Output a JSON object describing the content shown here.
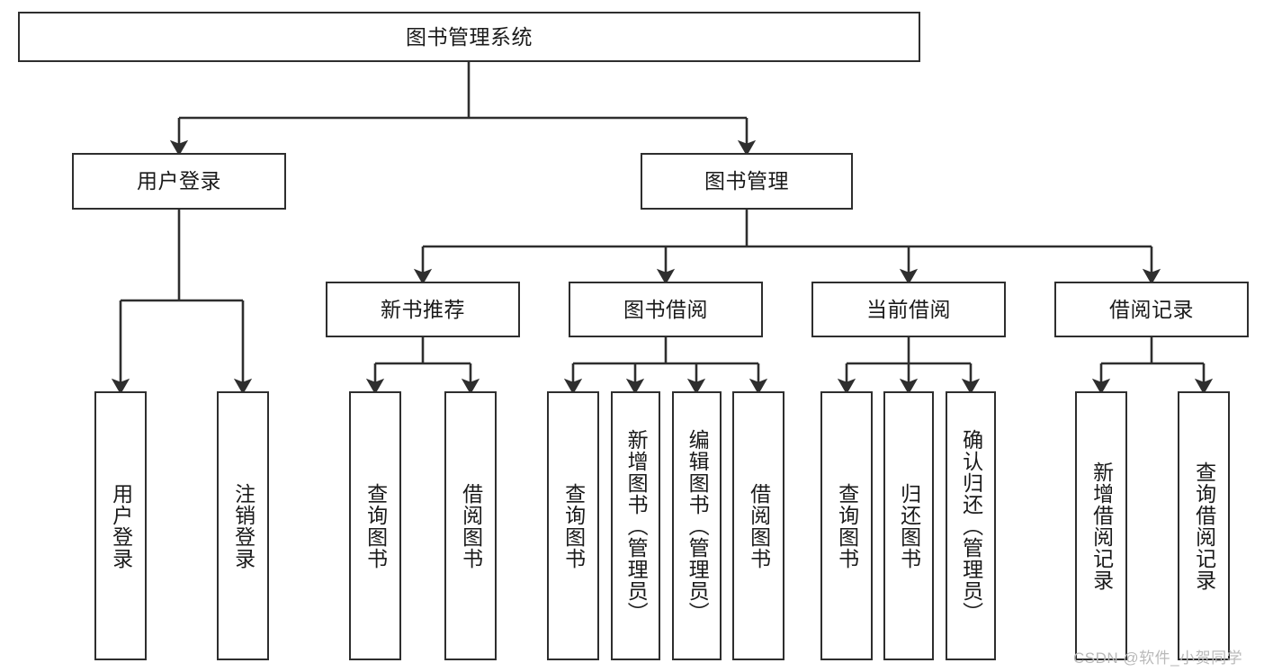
{
  "diagram": {
    "title": "图书管理系统",
    "type": "tree-hierarchy-diagram",
    "background_color": "#ffffff",
    "line_color": "#2e2e2e",
    "text_color": "#1a1a1a",
    "nodes": {
      "root": {
        "label": "图书管理系统"
      },
      "level2": [
        {
          "label": "用户登录"
        },
        {
          "label": "图书管理"
        }
      ],
      "level3": [
        {
          "label": "新书推荐"
        },
        {
          "label": "图书借阅"
        },
        {
          "label": "当前借阅"
        },
        {
          "label": "借阅记录"
        }
      ],
      "leaves": {
        "user_login": [
          {
            "label": "用户登录"
          },
          {
            "label": "注销登录"
          }
        ],
        "new_book_recommend": [
          {
            "label": "查询图书"
          },
          {
            "label": "借阅图书"
          }
        ],
        "book_borrow": [
          {
            "label": "查询图书"
          },
          {
            "label": "新增图书（管理员）"
          },
          {
            "label": "编辑图书（管理员）"
          },
          {
            "label": "借阅图书"
          }
        ],
        "current_borrow": [
          {
            "label": "查询图书"
          },
          {
            "label": "归还图书"
          },
          {
            "label": "确认归还（管理员）"
          }
        ],
        "borrow_record": [
          {
            "label": "新增借阅记录"
          },
          {
            "label": "查询借阅记录"
          }
        ]
      }
    },
    "watermark": "CSDN @软件_小贺同学"
  }
}
